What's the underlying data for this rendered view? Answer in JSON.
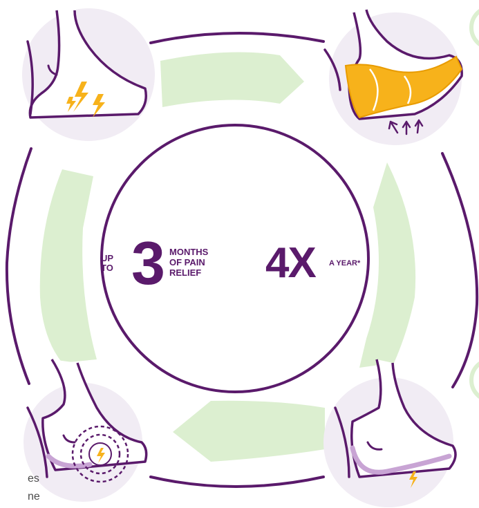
{
  "center": {
    "up_to": "UP\nTO",
    "big_number": "3",
    "months_text": "MONTHS\nOF PAIN\nRELIEF",
    "frequency": "4X",
    "frequency_suffix": "A YEAR*"
  },
  "edge_text": {
    "line1": "es",
    "line2": "ne"
  },
  "colors": {
    "purple": "#5a1a6b",
    "lavender": "#f1ecf4",
    "green": "#d8eccc",
    "yellow": "#f7b21b"
  },
  "icons": [
    "foot-pain-icon",
    "foot-insole-icon",
    "foot-injection-icon",
    "foot-relief-icon"
  ]
}
